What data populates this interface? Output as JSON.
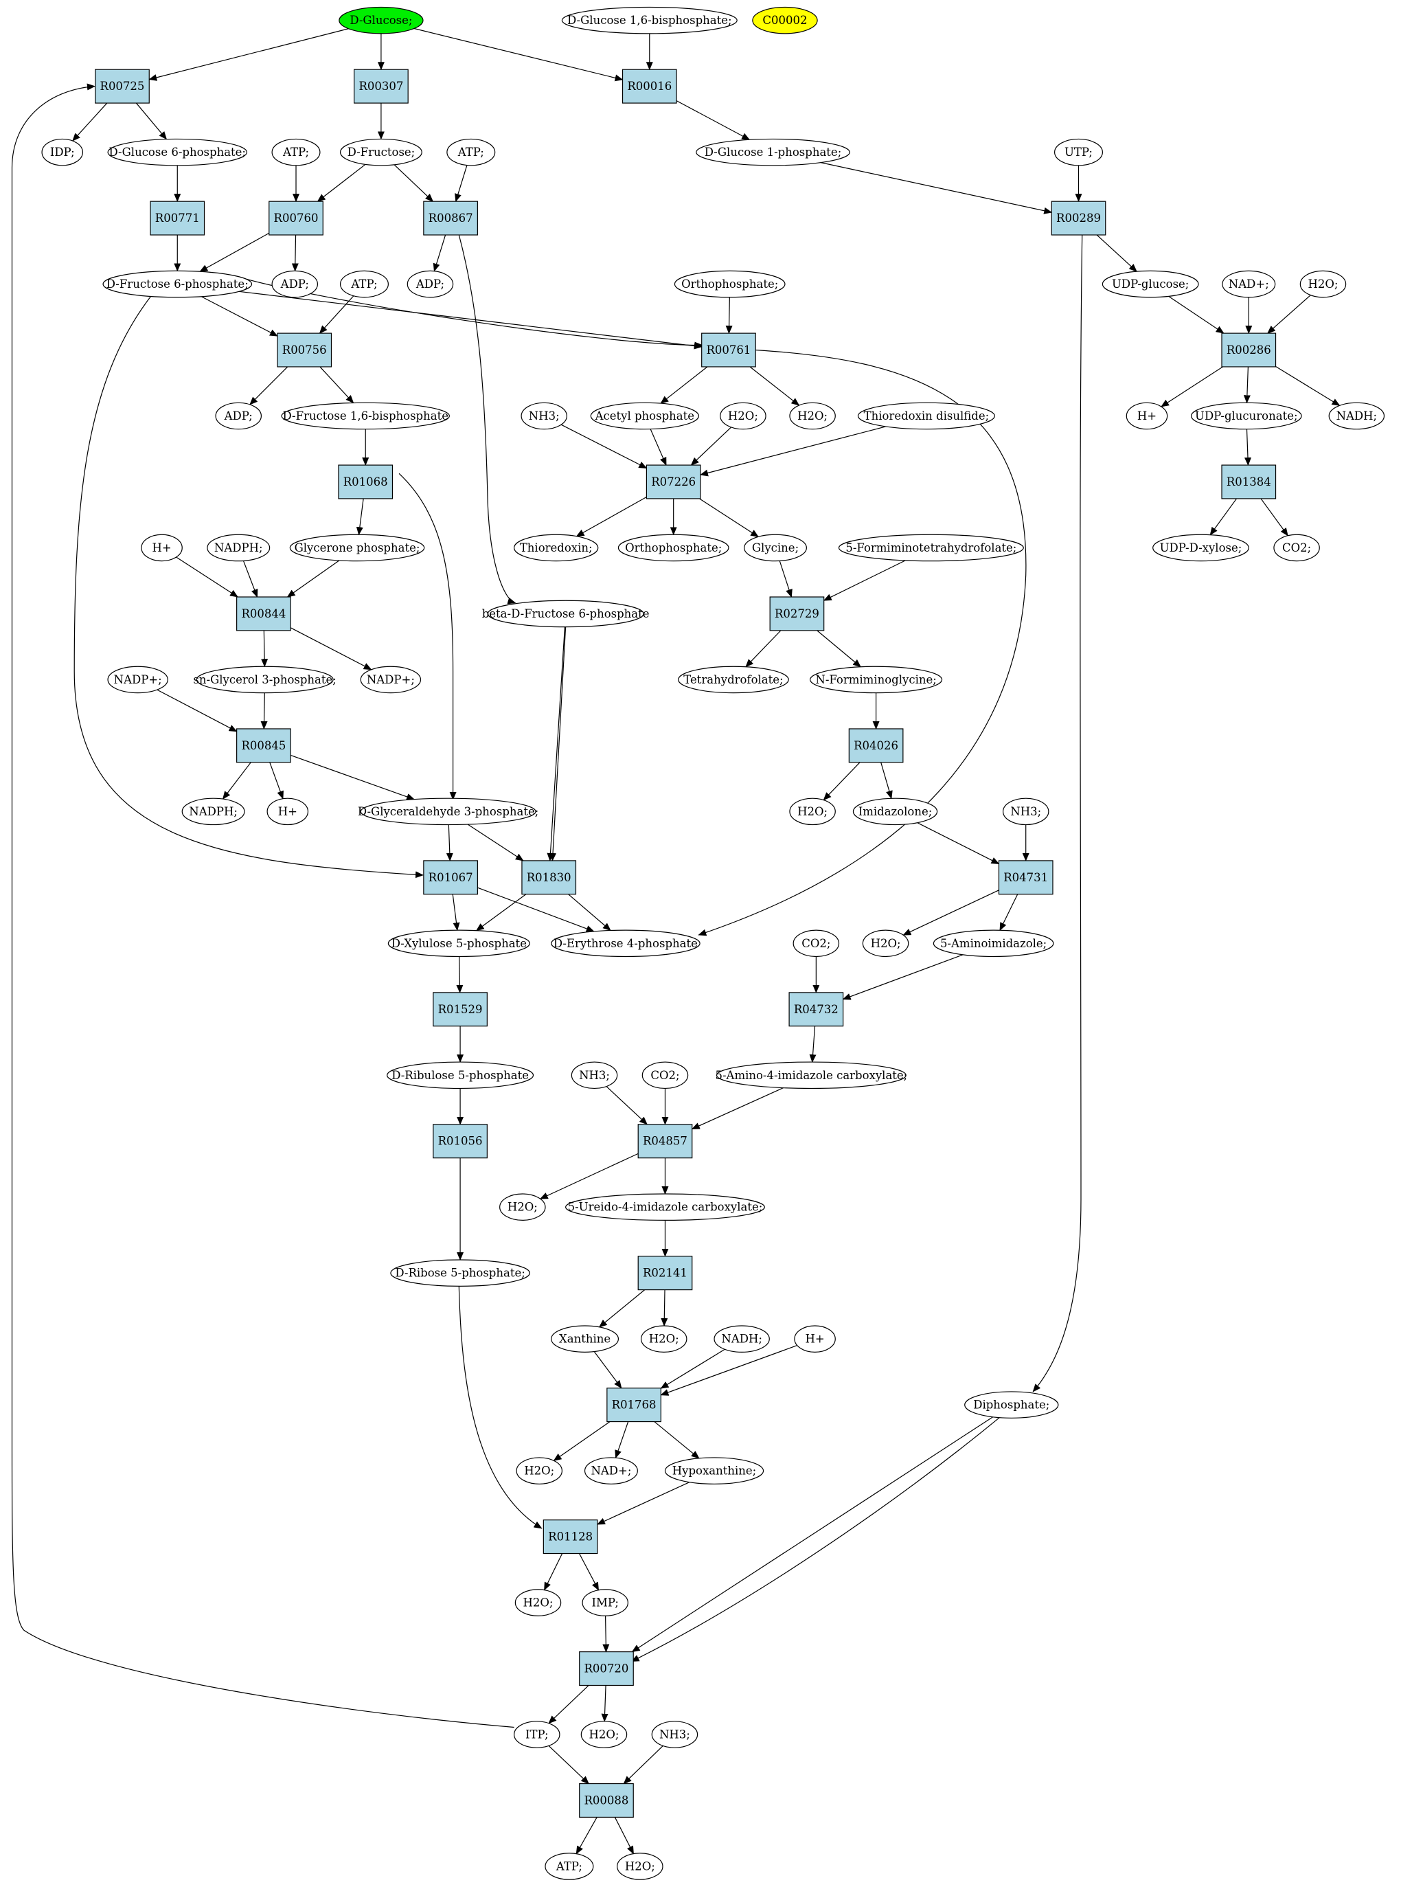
{
  "colors": {
    "compound": "#ffffff",
    "reaction": "#add8e6",
    "start": "#00ee00",
    "highlight": "#ffff00",
    "stroke": "#000000"
  },
  "nodes": {
    "c_glucose": "D-Glucose;",
    "c_g16bp": "D-Glucose 1,6-bisphosphate;",
    "c_c00002": "C00002",
    "r_00725": "R00725",
    "r_00307": "R00307",
    "r_00016": "R00016",
    "c_idp": "IDP;",
    "c_g6p": "D-Glucose 6-phosphate;",
    "c_atp1": "ATP;",
    "c_fructose": "D-Fructose;",
    "c_atp2": "ATP;",
    "c_g1p": "D-Glucose 1-phosphate;",
    "c_utp": "UTP;",
    "r_00771": "R00771",
    "r_00760": "R00760",
    "r_00867": "R00867",
    "r_00289": "R00289",
    "c_f6p": "D-Fructose 6-phosphate;",
    "c_adp1": "ADP;",
    "c_atp3": "ATP;",
    "c_adp2": "ADP;",
    "c_orthophosphate1": "Orthophosphate;",
    "c_udpglucose": "UDP-glucose;",
    "c_nad1": "NAD+;",
    "c_h2o1": "H2O;",
    "r_00756": "R00756",
    "r_00761": "R00761",
    "r_00286": "R00286",
    "c_adp3": "ADP;",
    "c_fbp": "D-Fructose 1,6-bisphosphate",
    "c_nh3_1": "NH3;",
    "c_acetylphosphate": "Acetyl phosphate",
    "c_h2o2": "H2O;",
    "c_h2o3": "H2O;",
    "c_thioredoxin_disulfide": "Thioredoxin disulfide;",
    "c_hplus1": "H+",
    "c_udpglucuronate": "UDP-glucuronate;",
    "c_nadh1": "NADH;",
    "r_01068": "R01068",
    "r_07226": "R07226",
    "r_01384": "R01384",
    "c_hplus2": "H+",
    "c_nadph1": "NADPH;",
    "c_glycerone_phosphate": "Glycerone phosphate;",
    "c_thioredoxin": "Thioredoxin;",
    "c_orthophosphate2": "Orthophosphate;",
    "c_glycine": "Glycine;",
    "c_formiminothf": "5-Formiminotetrahydrofolate;",
    "c_udpxylose": "UDP-D-xylose;",
    "c_co2_1": "CO2;",
    "r_00844": "R00844",
    "c_bf6p": "beta-D-Fructose 6-phosphate",
    "r_02729": "R02729",
    "c_nadp1": "NADP+;",
    "c_g3p_sn": "sn-Glycerol 3-phosphate;",
    "c_nadp2": "NADP+;",
    "c_thf": "Tetrahydrofolate;",
    "c_formiminoglycine": "N-Formiminoglycine;",
    "r_00845": "R00845",
    "r_04026": "R04026",
    "c_nadph2": "NADPH;",
    "c_hplus3": "H+",
    "c_gap": "D-Glyceraldehyde 3-phosphate;",
    "c_h2o4": "H2O;",
    "c_imidazolone": "Imidazolone;",
    "c_nh3_2": "NH3;",
    "r_01067": "R01067",
    "r_01830": "R01830",
    "r_04731": "R04731",
    "c_xu5p": "D-Xylulose 5-phosphate",
    "c_e4p": "D-Erythrose 4-phosphate",
    "c_h2o5": "H2O;",
    "c_aminoimidazole": "5-Aminoimidazole;",
    "c_co2_2": "CO2;",
    "r_01529": "R01529",
    "r_04732": "R04732",
    "c_ru5p": "D-Ribulose 5-phosphate",
    "c_nh3_3": "NH3;",
    "c_co2_3": "CO2;",
    "c_aica": "5-Amino-4-imidazole carboxylate;",
    "r_01056": "R01056",
    "r_04857": "R04857",
    "c_h2o6": "H2O;",
    "c_ureido": "5-Ureido-4-imidazole carboxylate;",
    "c_r5p": "D-Ribose 5-phosphate;",
    "r_02141": "R02141",
    "c_xanthine": "Xanthine",
    "c_h2o7": "H2O;",
    "c_nadh2": "NADH;",
    "c_hplus4": "H+",
    "c_diphosphate": "Diphosphate;",
    "r_01768": "R01768",
    "c_h2o8": "H2O;",
    "c_nad2": "NAD+;",
    "c_hypoxanthine": "Hypoxanthine;",
    "r_01128": "R01128",
    "c_h2o9": "H2O;",
    "c_imp": "IMP;",
    "r_00720": "R00720",
    "c_itp": "ITP;",
    "c_h2o10": "H2O;",
    "c_nh3_4": "NH3;",
    "r_00088": "R00088",
    "c_atp4": "ATP;",
    "c_h2o11": "H2O;"
  }
}
